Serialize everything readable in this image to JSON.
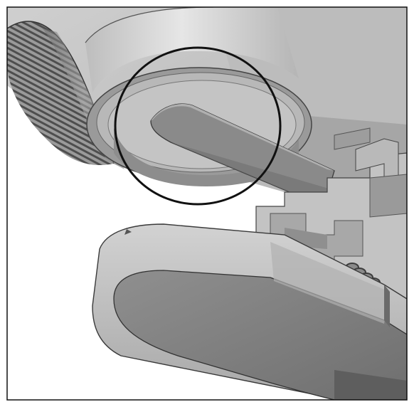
{
  "figure": {
    "kind": "cad-cutaway-render",
    "palette": {
      "background": "#ffffff",
      "border": "#111111",
      "body_light": "#c9c9c9",
      "body_mid": "#a9a9a9",
      "body_dark": "#7d7d7d",
      "shadow": "#5c5c5c",
      "lever": "#8a8a8a",
      "callout_ring": "#111111"
    },
    "components": [
      "knurled-dial",
      "cylindrical-boss",
      "lever-arm",
      "internal-mechanism",
      "spring",
      "pad-housing"
    ],
    "callout": {
      "shape": "circle"
    }
  }
}
